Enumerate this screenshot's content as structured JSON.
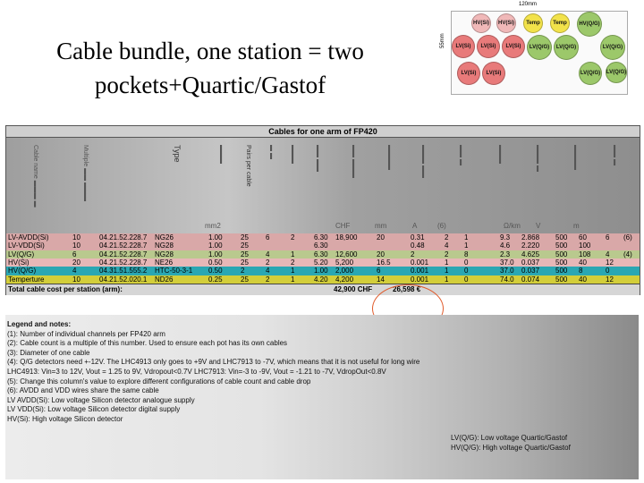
{
  "title": "Cable bundle, one station = two pockets+Quartic/Gastof",
  "diagram": {
    "width_label": "120mm",
    "height_label": "55mm",
    "circles": [
      {
        "label": "HV(Si)",
        "kind": "hv"
      },
      {
        "label": "HV(Si)",
        "kind": "hv"
      },
      {
        "label": "Temp",
        "kind": "temp"
      },
      {
        "label": "Temp",
        "kind": "temp"
      },
      {
        "label": "HV(Q/G)",
        "kind": "q"
      },
      {
        "label": "LV(Si)",
        "kind": "lv"
      },
      {
        "label": "LV(Si)",
        "kind": "lv"
      },
      {
        "label": "LV(Si)",
        "kind": "lv"
      },
      {
        "label": "LV(Q/G)",
        "kind": "q"
      },
      {
        "label": "LV(Q/G)",
        "kind": "q"
      },
      {
        "label": "LV(Si)",
        "kind": "lv"
      },
      {
        "label": "LV(Si)",
        "kind": "lv"
      },
      {
        "label": "LV(Q/G)",
        "kind": "q"
      },
      {
        "label": "LV(Q/G)",
        "kind": "q"
      },
      {
        "label": "LV(Q/G)",
        "kind": "q"
      }
    ]
  },
  "table": {
    "title": "Cables for one arm of FP420",
    "header_type": "Type",
    "header_pairs": "Pairs per cable",
    "units": [
      "mm2",
      "CHF",
      "mm",
      "A",
      "(6)",
      "Ω/km",
      "V",
      "m"
    ],
    "rows": [
      {
        "name": "LV-AVDD(Si)",
        "c1": "10",
        "part": "04.21.52.228.7",
        "type": "NG26",
        "area": "1.00",
        "pairs": "25",
        "ch": "6",
        "cbl": "2",
        "cost": "6.30",
        "sum": "18,900",
        "dia": "20",
        "amp": "0.31",
        "a": "2",
        "b": "1",
        "ohm": "9.3",
        "drop": "2.868",
        "len": "500",
        "k": "60",
        "x": "6",
        "y": "(6)",
        "bg": "#d9a8a8"
      },
      {
        "name": "LV-VDD(Si)",
        "c1": "10",
        "part": "04.21.52.228.7",
        "type": "NG28",
        "area": "1.00",
        "pairs": "25",
        "ch": "",
        "cbl": "",
        "cost": "6.30",
        "sum": "",
        "dia": "",
        "amp": "0.48",
        "a": "4",
        "b": "1",
        "ohm": "4.6",
        "drop": "2.220",
        "len": "500",
        "k": "100",
        "x": "",
        "y": "",
        "bg": "#d9a8a8"
      },
      {
        "name": "LV(Q/G)",
        "c1": "6",
        "part": "04.21.52.228.7",
        "type": "NG28",
        "area": "1.00",
        "pairs": "25",
        "ch": "4",
        "cbl": "1",
        "cost": "6.30",
        "sum": "12,600",
        "dia": "20",
        "amp": "2",
        "a": "2",
        "b": "8",
        "ohm": "2.3",
        "drop": "4.625",
        "len": "500",
        "k": "108",
        "x": "4",
        "y": "(4)",
        "bg": "#b9c98e"
      },
      {
        "name": "HV(Si)",
        "c1": "20",
        "part": "04.21.52.228.7",
        "type": "NE26",
        "area": "0.50",
        "pairs": "25",
        "ch": "2",
        "cbl": "2",
        "cost": "5.20",
        "sum": "5,200",
        "dia": "16.5",
        "amp": "0.001",
        "a": "1",
        "b": "0",
        "ohm": "37.0",
        "drop": "0.037",
        "len": "500",
        "k": "40",
        "x": "12",
        "y": "",
        "bg": "#e7b7b7"
      },
      {
        "name": "HV(Q/G)",
        "c1": "4",
        "part": "04.31.51.555.2",
        "type": "HTC-50-3-1",
        "area": "0.50",
        "pairs": "2",
        "ch": "4",
        "cbl": "1",
        "cost": "1.00",
        "sum": "2,000",
        "dia": "6",
        "amp": "0.001",
        "a": "1",
        "b": "0",
        "ohm": "37.0",
        "drop": "0.037",
        "len": "500",
        "k": "8",
        "x": "0",
        "y": "",
        "bg": "#2aa7b3"
      },
      {
        "name": "Temperture",
        "c1": "10",
        "part": "04.21.52.020.1",
        "type": "ND26",
        "area": "0.25",
        "pairs": "25",
        "ch": "2",
        "cbl": "1",
        "cost": "4.20",
        "sum": "4,200",
        "dia": "14",
        "amp": "0.001",
        "a": "1",
        "b": "0",
        "ohm": "74.0",
        "drop": "0.074",
        "len": "500",
        "k": "40",
        "x": "12",
        "y": "",
        "bg": "#d3ce3a"
      }
    ],
    "total_label": "Total cable cost per station (arm):",
    "total_chf": "42,900 CHF",
    "total_eur": "26,598 €"
  },
  "notes": {
    "lines": [
      "Legend and notes:",
      "(1): Number of individual channels per FP420 arm",
      "(2): Cable count is a multiple of this number. Used to ensure each pot has its own cables",
      "(3): Diameter of one cable",
      "(4): Q/G detectors need +-12V. The LHC4913 only goes to +9V and LHC7913 to -7V, which means that it is not useful for long wire",
      "              LHC4913: Vin=3 to 12V, Vout = 1.25 to 9V, Vdropout<0.7V                          LHC7913: Vin=-3 to -9V, Vout = -1.21 to -7V, VdropOut<0.8V",
      "(5): Change this column's value to explore different configurations of cable count and cable drop",
      "(6): AVDD and VDD wires share the same cable",
      "LV AVDD(Si): Low voltage Silicon detector analogue supply",
      "LV VDD(Si): Low voltage Silicon detector digital supply",
      "HV(Si): High voltage Silicon detector"
    ],
    "right": [
      "LV(Q/G): Low voltage Quartic/Gastof",
      "HV(Q/G): High voltage Quartic/Gastof"
    ]
  }
}
